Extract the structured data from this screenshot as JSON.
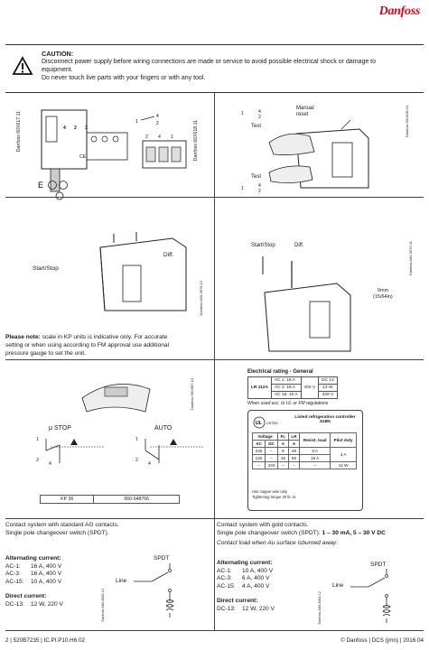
{
  "logo": "Danfoss",
  "caution": {
    "title": "CAUTION:",
    "line1": "Disconnect power supply before wiring connections are made or service to avoid possible electrical shock or damage to",
    "line2": "equipment.",
    "line3": "Do never touch live parts with your fingers or with any tool."
  },
  "panel1": {
    "code1": "Danfoss 60X617.11",
    "code2": "Danfoss 60X618.11",
    "terminals": [
      "2",
      "4",
      "1"
    ],
    "terminal_top": [
      "4",
      "2",
      "1"
    ],
    "ce_mark": "CE"
  },
  "panel2": {
    "manual_reset": "Manual reset",
    "test_top": "Test",
    "test_bottom": "Test",
    "arrow_top_a": "1",
    "arrow_top_b": "4",
    "arrow_top_c": "2",
    "arrow_bottom_a": "1",
    "arrow_bottom_b": "4",
    "arrow_bottom_c": "2",
    "code": "Danfoss 60X618.10"
  },
  "panel3": {
    "start_stop": "Start/Stop",
    "diff": "Diff.",
    "code": "Danfoss A60-3576.12"
  },
  "panel4": {
    "start_stop": "Start/Stop",
    "diff": "Diff.",
    "size": "6mm",
    "size_in": "(15/64in)",
    "code": "Danfoss A60-3575.11"
  },
  "note": {
    "bold": "Please note:",
    "line1": " scale in KP units is indicative only. For accurate",
    "line2": "setting or when using according to FM approval use additional",
    "line3": "pressure gauge to set the unit."
  },
  "panel5": {
    "stop_label": "μ STOP",
    "auto_label": "AUTO",
    "pin1": "1",
    "pin2": "2",
    "pin4": "4",
    "pin1b": "1",
    "pin2b": "2",
    "pin4b": "4",
    "kp_model": "KP 36",
    "kp_code": "060-548766",
    "code": "Danfoss 60X687.10"
  },
  "elec": {
    "title": "Electrical rating - General",
    "model": "LR 112A",
    "rows": [
      [
        "AC 1: 16 A",
        "400 V",
        "DC 13"
      ],
      [
        "AC 3: 16 A",
        "",
        "12 W"
      ],
      [
        "AC 15: 10 A",
        "",
        "220 V"
      ]
    ],
    "ul_note": "When used acc. to UL or FM regulations",
    "ul_title": "Listed refrigeration controller 61B5",
    "ul_header1": [
      "Voltage",
      "FL",
      "LR",
      "Resist. load",
      "Pilot duty"
    ],
    "ul_header2": [
      "AC",
      "DC",
      "A",
      "A"
    ],
    "ul_rows": [
      [
        "240",
        "–",
        "8",
        "48",
        "8 A",
        "3 A",
        ""
      ],
      [
        "120",
        "–",
        "16",
        "96",
        "16 A",
        "",
        ""
      ],
      [
        "–",
        "240",
        "–",
        "–",
        "–",
        "",
        "12 W"
      ]
    ],
    "ul_foot1": "Use copper wire only",
    "ul_foot2": "Tightening torque 20 lb. in."
  },
  "contacts_left": {
    "line1": "Contact system with standard AG contacts.",
    "line2": "Single pole changeover switch (SPDT).",
    "ac_title": "Alternating current:",
    "ac_rows": [
      [
        "AC-1:",
        "16 A, 400 V"
      ],
      [
        "AC-3:",
        "16 A, 400 V"
      ],
      [
        "AC-15:",
        "10 A, 400 V"
      ]
    ],
    "dc_title": "Direct current:",
    "dc_rows": [
      [
        "DC-13:",
        "12 W, 220 V"
      ]
    ],
    "spdt": "SPDT",
    "line_label": "Line",
    "code": "Danfoss A60-3562.12"
  },
  "contacts_right": {
    "line1": "Contact system with gold contacts.",
    "line2_a": "Single pole changeover switch (SPDT): ",
    "line2_b": "1 – 30 mA, 5 – 30 V DC",
    "line3": "Contact load when Au surface isburned away:",
    "ac_title": "Alternating current:",
    "ac_rows": [
      [
        "AC-1:",
        "10 A, 400 V"
      ],
      [
        "AC-3:",
        "6 A, 400 V"
      ],
      [
        "AC-15:",
        "4 A, 400 V"
      ]
    ],
    "dc_title": "Direct current:",
    "dc_rows": [
      [
        "DC-13:",
        "12 W, 220 V"
      ]
    ],
    "spdt": "SPDT",
    "line_label": "Line",
    "code": "Danfoss A60-3562.12"
  },
  "footer": {
    "left": "2 | 520B7235 | IC.PI.P10.H6.02",
    "right": "© Danfoss | DCS (jmn) | 2016.04"
  }
}
